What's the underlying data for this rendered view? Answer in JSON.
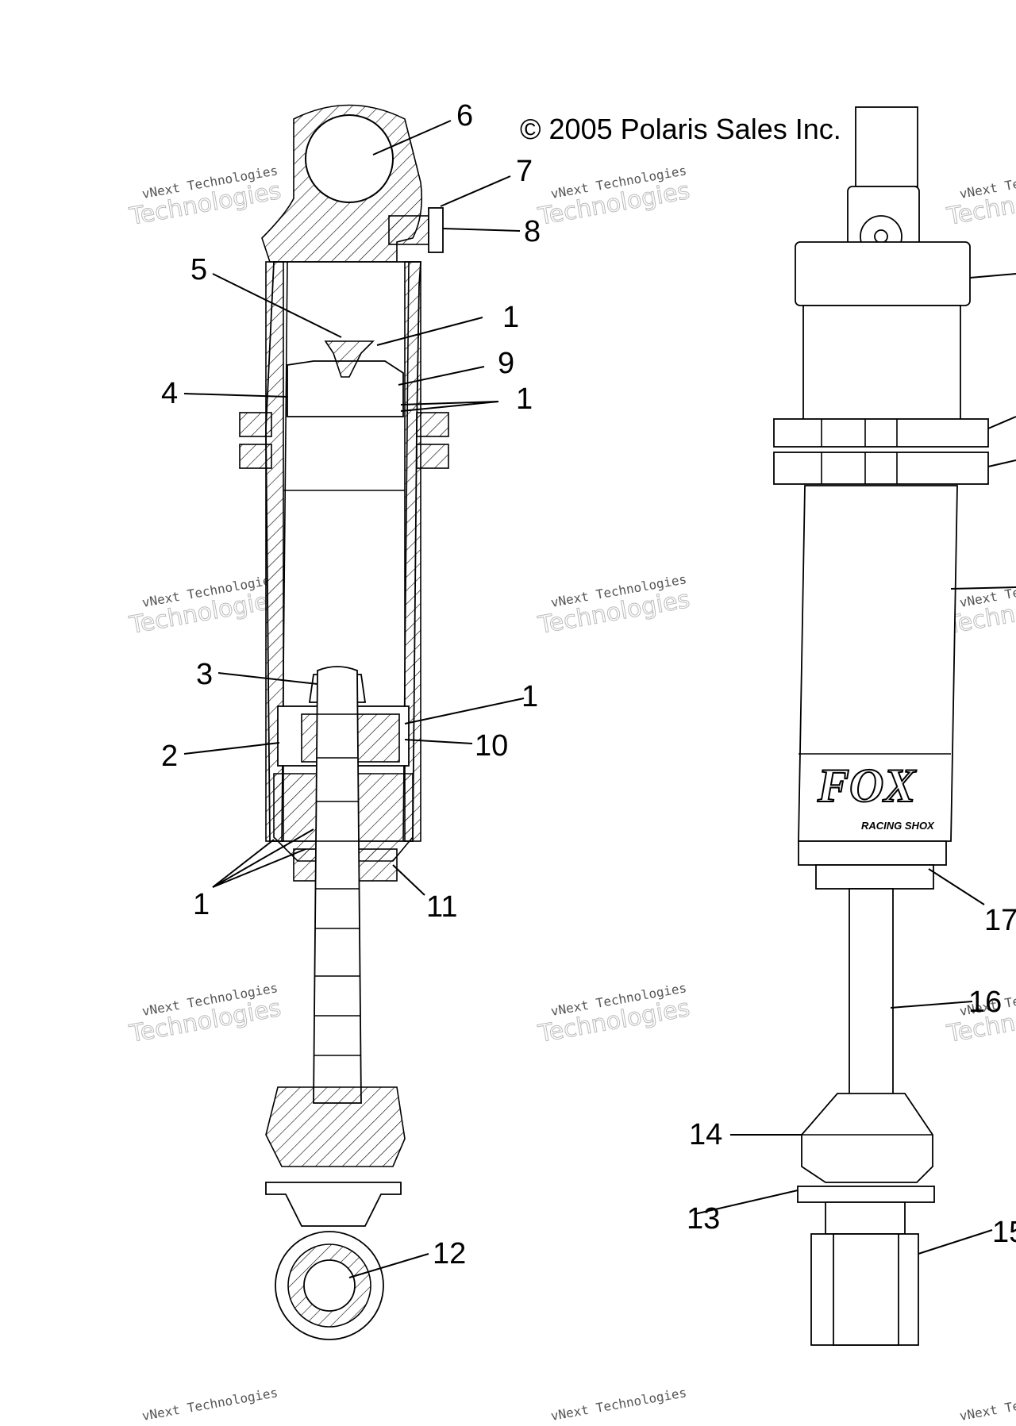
{
  "copyright": "© 2005 Polaris Sales Inc.",
  "brand": {
    "logo": "FOX",
    "logo_sub": "RACING SHOX"
  },
  "watermark": {
    "line1": "vNext Technologies",
    "line2": "Technologies"
  },
  "callouts": [
    "6",
    "7",
    "8",
    "5",
    "1",
    "9",
    "4",
    "1",
    "3",
    "1",
    "2",
    "10",
    "1",
    "11",
    "12",
    "17",
    "16",
    "14",
    "13",
    "15"
  ]
}
